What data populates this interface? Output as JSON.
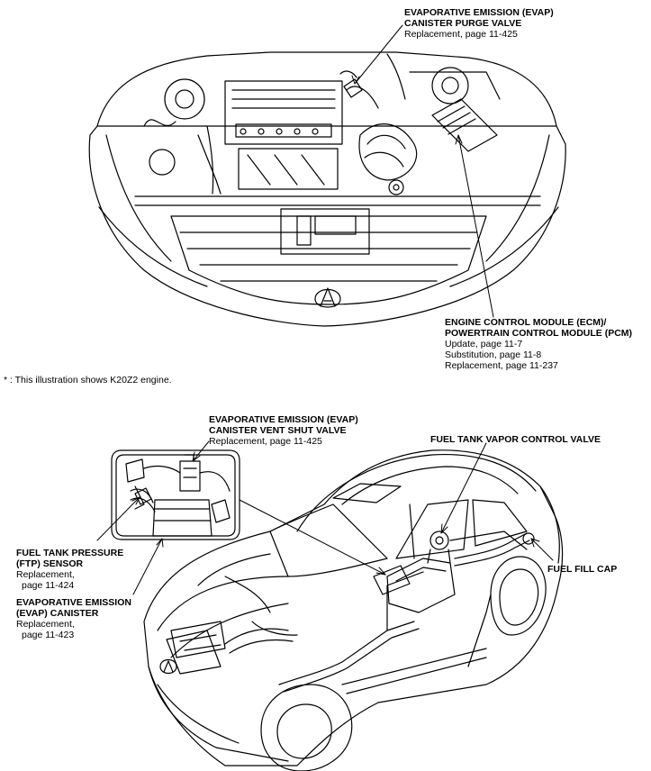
{
  "labels": {
    "purge_valve": {
      "title1": "EVAPORATIVE EMISSION (EVAP)",
      "title2": "CANISTER PURGE VALVE",
      "line1": "Replacement, page 11-425"
    },
    "ecm": {
      "title1": "ENGINE CONTROL MODULE (ECM)/",
      "title2": "POWERTRAIN CONTROL MODULE (PCM)",
      "line1": "Update, page 11-7",
      "line2": "Substitution, page 11-8",
      "line3": "Replacement, page 11-237"
    },
    "note": "* : This illustration shows K20Z2 engine.",
    "vent_valve": {
      "title1": "EVAPORATIVE EMISSION (EVAP)",
      "title2": "CANISTER VENT SHUT VALVE",
      "line1": "Replacement, page 11-425"
    },
    "vapor_valve": {
      "title1": "FUEL TANK VAPOR CONTROL VALVE"
    },
    "ftp_sensor": {
      "title1": "FUEL TANK PRESSURE",
      "title2": "(FTP) SENSOR",
      "line1": "Replacement,",
      "line2": "page 11-424"
    },
    "fill_cap": {
      "title1": "FUEL FILL CAP"
    },
    "canister": {
      "title1": "EVAPORATIVE EMISSION",
      "title2": "(EVAP) CANISTER",
      "line1": "Replacement,",
      "line2": "page 11-423"
    }
  }
}
